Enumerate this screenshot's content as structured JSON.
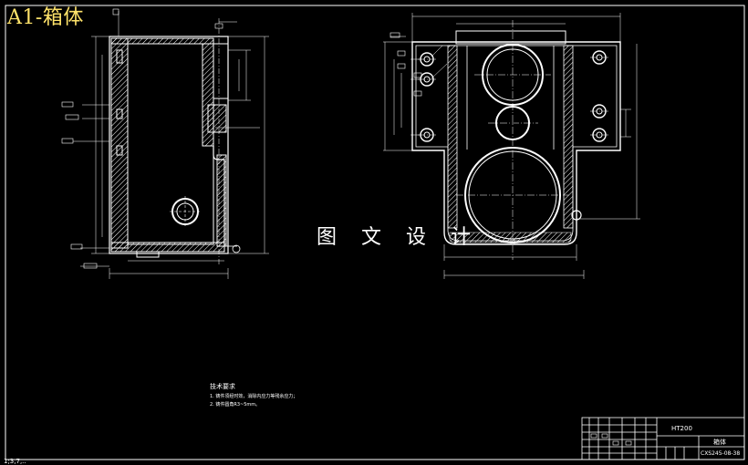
{
  "drawing": {
    "title": "A1-箱体",
    "watermark": "图 文 设 计",
    "technical_requirements": {
      "heading": "技术要求",
      "items": [
        "1. 铸件须经时效，消除内应力等残余应力；",
        "2. 铸件圆角R3~5mm。"
      ]
    },
    "title_block": {
      "material": "HT200",
      "part_name": "箱体",
      "drawing_number": "CXS245-08-38"
    },
    "bottom_left_text": "1;3,7,.."
  },
  "colors": {
    "background": "#000000",
    "lines": "#ffffff",
    "title": "#ffe36a",
    "hatch": "#ffffff"
  }
}
